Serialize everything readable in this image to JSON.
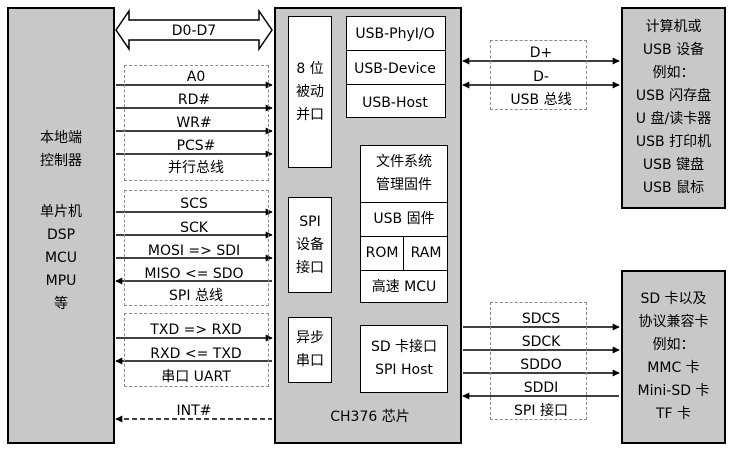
{
  "local_controller": {
    "title_lines": [
      "本地端",
      "控制器"
    ],
    "type_lines": [
      "单片机",
      "DSP",
      "MCU",
      "MPU",
      "等"
    ]
  },
  "chip": {
    "name": "CH376 芯片",
    "parallel_block_lines": [
      "8 位",
      "被动",
      "并口"
    ],
    "spi_block_lines": [
      "SPI",
      "设备",
      "接口"
    ],
    "uart_block_lines": [
      "异步",
      "串口"
    ],
    "usb_modes": [
      "USB-PhyI/O",
      "USB-Device",
      "USB-Host"
    ],
    "firmware": {
      "fs_lines": [
        "文件系统",
        "管理固件"
      ],
      "usb_fw": "USB 固件",
      "rom": "ROM",
      "ram": "RAM",
      "mcu": "高速 MCU"
    },
    "sd_block_lines": [
      "SD 卡接口",
      "SPI Host"
    ]
  },
  "parallel_bus": {
    "data": "D0-D7",
    "signals": [
      "A0",
      "RD#",
      "WR#",
      "PCS#"
    ],
    "bus_label": "并行总线"
  },
  "spi_bus": {
    "signals": [
      "SCS",
      "SCK",
      "MOSI => SDI",
      "MISO <= SDO"
    ],
    "bus_label": "SPI 总线"
  },
  "uart_bus": {
    "signals": [
      "TXD => RXD",
      "RXD <= TXD"
    ],
    "bus_label": "串口 UART"
  },
  "interrupt": "INT#",
  "usb_bus": {
    "signals": [
      "D+",
      "D-"
    ],
    "bus_label": "USB 总线"
  },
  "usb_device": {
    "lines": [
      "计算机或",
      "USB 设备",
      "例如：",
      "USB 闪存盘",
      "U 盘/读卡器",
      "USB 打印机",
      "USB 键盘",
      "USB 鼠标"
    ]
  },
  "sd_bus": {
    "signals": [
      "SDCS",
      "SDCK",
      "SDDO",
      "SDDI"
    ],
    "bus_label": "SPI 接口"
  },
  "sd_card": {
    "lines": [
      "SD 卡以及",
      "协议兼容卡",
      "例如：",
      "MMC 卡",
      "Mini-SD 卡",
      "TF 卡"
    ]
  }
}
